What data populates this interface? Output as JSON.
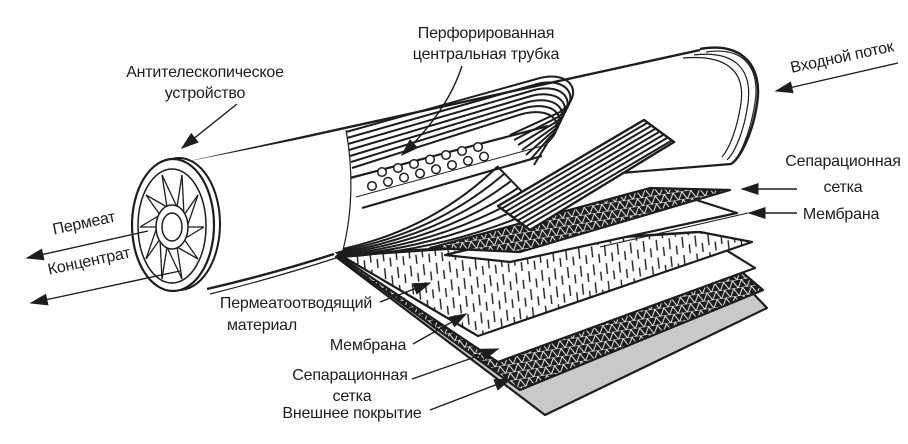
{
  "diagram": {
    "subject": "spiral-wound-membrane-module",
    "labels": {
      "anti_telescoping": {
        "line1": "Антителескопическое",
        "line2": "устройство"
      },
      "central_tube": {
        "line1": "Перфорированная",
        "line2": "центральная трубка"
      },
      "inlet_flow": "Входной поток",
      "separation_mesh_right": {
        "line1": "Сепарационная",
        "line2": "сетка"
      },
      "membrane_right": "Мембрана",
      "permeate": "Пермеат",
      "concentrate": "Концентрат",
      "permeate_carrier": {
        "line1": "Пермеатоотводящий",
        "line2": "материал"
      },
      "membrane_bottom": "Мембрана",
      "separation_mesh_bottom": {
        "line1": "Сепарационная",
        "line2": "сетка"
      },
      "outer_cover": "Внешнее покрытие"
    },
    "colors": {
      "ink": "#1d1d1b",
      "cover_gray": "#c9c9c9",
      "background": "#ffffff"
    }
  }
}
